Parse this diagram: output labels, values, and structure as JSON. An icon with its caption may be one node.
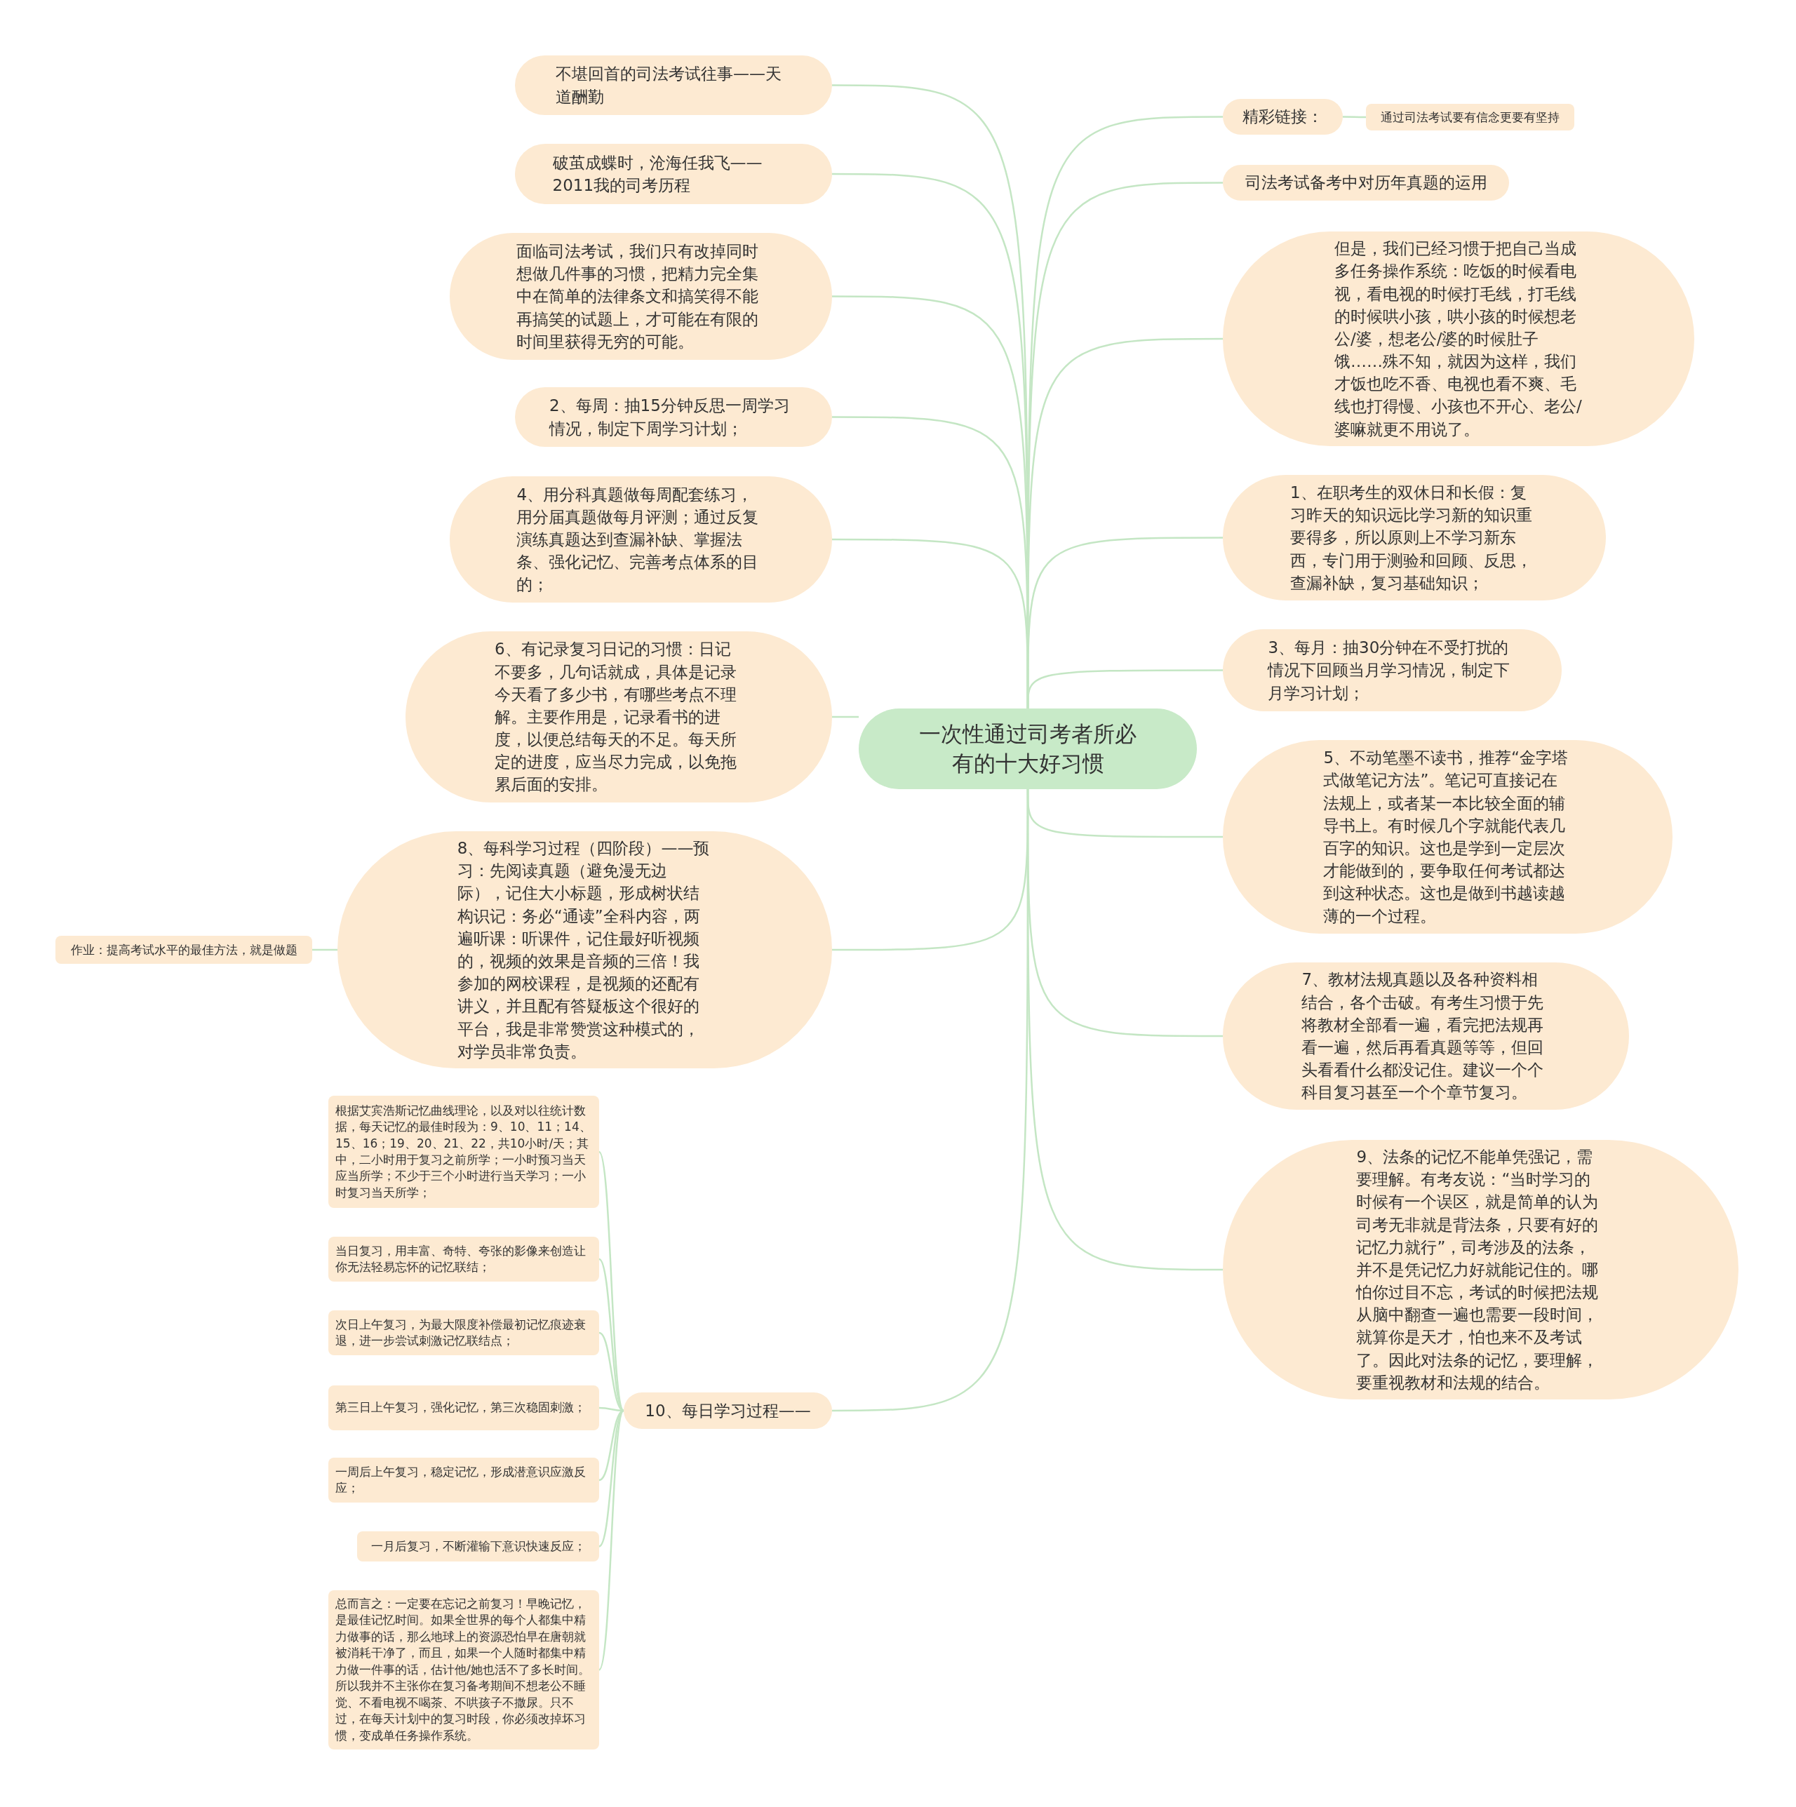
{
  "diagram": {
    "nodes": [
      {
        "text": [
          "一次性通过司考者所必有的十大好习惯"
        ]
      },
      {
        "text": [
          "不堪回首的司法考试往事——天道酬勤"
        ]
      },
      {
        "text": [
          "破茧成蝶时，沧海任我飞——2011我的司考历程"
        ]
      },
      {
        "text": [
          "面临司法考试，我们只有改掉同时想做几件事的习惯，把精力完全集中在简单的法律条文和搞笑得不能再搞笑的试题上，才可能在有限的时间里获得无穷的可能。"
        ]
      },
      {
        "text": [
          "2、每周：抽15分钟反思一周学习情况，制定下周学习计划；"
        ]
      },
      {
        "text": [
          "4、用分科真题做每周配套练习，用分届真题做每月评测；通过反复演练真题达到查漏补缺、掌握法条、强化记忆、完善考点体系的目的；"
        ]
      },
      {
        "text": [
          "6、有记录复习日记的习惯：日记不要多，几句话就成，具体是记录今天看了多少书，有哪些考点不理解。主要作用是，记录看书的进度，以便总结每天的不足。每天所定的进度，应当尽力完成，以免拖累后面的安排。"
        ]
      },
      {
        "text": [
          "8、每科学习过程（四阶段）——预习：先阅读真题（避免漫无边际），记住大小标题，形成树状结构识记：务必“通读”全科内容，两遍听课：听课件，记住最好听视频的，视频的效果是音频的三倍！我参加的网校课程，是视频的还配有讲义，并且配有答疑板这个很好的平台，我是非常赞赏这种模式的，对学员非常负责。"
        ]
      },
      {
        "text": [
          "作业：提高考试水平的最佳方法，就是做题"
        ]
      },
      {
        "text": [
          "10、每日学习过程——"
        ]
      },
      {
        "text": [
          "根据艾宾浩斯记忆曲线理论，以及对以往统计数据，每天记忆的最佳时段为：9、10、11；14、15、16；19、20、21、22，共10小时/天；其中，二小时用于复习之前所学；一小时预习当天应当所学；不少于三个小时进行当天学习；一小时复习当天所学；"
        ]
      },
      {
        "text": [
          "当日复习，用丰富、奇特、夸张的影像来创造让你无法轻易忘怀的记忆联结；"
        ]
      },
      {
        "text": [
          "次日上午复习，为最大限度补偿最初记忆痕迹衰退，进一步尝试刺激记忆联结点；"
        ]
      },
      {
        "text": [
          "第三日上午复习，强化记忆，第三次稳固刺激；"
        ]
      },
      {
        "text": [
          "一周后上午复习，稳定记忆，形成潜意识应激反应；"
        ]
      },
      {
        "text": [
          "一月后复习，不断灌输下意识快速反应；"
        ]
      },
      {
        "text": [
          "总而言之：一定要在忘记之前复习！早晚记忆，是最佳记忆时间。如果全世界的每个人都集中精力做事的话，那么地球上的资源恐怕早在唐朝就被消耗干净了，而且，如果一个人随时都集中精力做一件事的话，估计他/她也活不了多长时间。所以我并不主张你在复习备考期间不想老公不睡觉、不看电视不喝茶、不哄孩子不撒尿。只不过，在每天计划中的复习时段，你必须改掉坏习惯，变成单任务操作系统。"
        ]
      },
      {
        "text": [
          "精彩链接："
        ]
      },
      {
        "text": [
          "通过司法考试要有信念更要有坚持"
        ]
      },
      {
        "text": [
          "司法考试备考中对历年真题的运用"
        ]
      },
      {
        "text": [
          "但是，我们已经习惯于把自己当成多任务操作系统：吃饭的时候看电视，看电视的时候打毛线，打毛线的时候哄小孩，哄小孩的时候想老公/婆，想老公/婆的时候肚子饿……殊不知，就因为这样，我们才饭也吃不香、电视也看不爽、毛线也打得慢、小孩也不开心、老公/婆嘛就更不用说了。"
        ]
      },
      {
        "text": [
          "1、在职考生的双休日和长假：复习昨天的知识远比学习新的知识重要得多，所以原则上不学习新东西，专门用于测验和回顾、反思，查漏补缺，复习基础知识；"
        ]
      },
      {
        "text": [
          "3、每月：抽30分钟在不受打扰的情况下回顾当月学习情况，制定下月学习计划；"
        ]
      },
      {
        "text": [
          "5、不动笔墨不读书，推荐“金字塔式做笔记方法”。笔记可直接记在法规上，或者某一本比较全面的辅导书上。有时候几个字就能代表几百字的知识。这也是学到一定层次才能做到的，要争取任何考试都达到这种状态。这也是做到书越读越薄的一个过程。"
        ]
      },
      {
        "text": [
          "7、教材法规真题以及各种资料相结合，各个击破。有考生习惯于先将教材全部看一遍，看完把法规再看一遍，然后再看真题等等，但回头看看什么都没记住。建议一个个科目复习甚至一个个章节复习。"
        ]
      },
      {
        "text": [
          "9、法条的记忆不能单凭强记，需要理解。有考友说：“当时学习的时候有一个误区，就是简单的认为司考无非就是背法条，只要有好的记忆力就行”，司考涉及的法条，并不是凭记忆力好就能记住的。哪怕你过目不忘，考试的时候把法规从脑中翻查一遍也需要一段时间，就算你是天才，怕也来不及考试了。因此对法条的记忆，要理解，要重视教材和法规的结合。"
        ]
      }
    ],
    "edges": [
      {
        "from": 0,
        "to": 1,
        "arrow": "none"
      },
      {
        "from": 0,
        "to": 2,
        "arrow": "none"
      },
      {
        "from": 0,
        "to": 3,
        "arrow": "none"
      },
      {
        "from": 0,
        "to": 4,
        "arrow": "none"
      },
      {
        "from": 0,
        "to": 5,
        "arrow": "none"
      },
      {
        "from": 0,
        "to": 6,
        "arrow": "none"
      },
      {
        "from": 0,
        "to": 7,
        "arrow": "none"
      },
      {
        "from": 7,
        "to": 8,
        "arrow": "none"
      },
      {
        "from": 0,
        "to": 9,
        "arrow": "none"
      },
      {
        "from": 9,
        "to": 10,
        "arrow": "none"
      },
      {
        "from": 9,
        "to": 11,
        "arrow": "none"
      },
      {
        "from": 9,
        "to": 12,
        "arrow": "none"
      },
      {
        "from": 9,
        "to": 13,
        "arrow": "none"
      },
      {
        "from": 9,
        "to": 14,
        "arrow": "none"
      },
      {
        "from": 9,
        "to": 15,
        "arrow": "none"
      },
      {
        "from": 9,
        "to": 16,
        "arrow": "none"
      },
      {
        "from": 0,
        "to": 17,
        "arrow": "none"
      },
      {
        "from": 17,
        "to": 18,
        "arrow": "none"
      },
      {
        "from": 0,
        "to": 19,
        "arrow": "none"
      },
      {
        "from": 0,
        "to": 20,
        "arrow": "none"
      },
      {
        "from": 0,
        "to": 21,
        "arrow": "none"
      },
      {
        "from": 0,
        "to": 22,
        "arrow": "none"
      },
      {
        "from": 0,
        "to": 23,
        "arrow": "none"
      },
      {
        "from": 0,
        "to": 24,
        "arrow": "none"
      },
      {
        "from": 0,
        "to": 25,
        "arrow": "none"
      }
    ]
  }
}
